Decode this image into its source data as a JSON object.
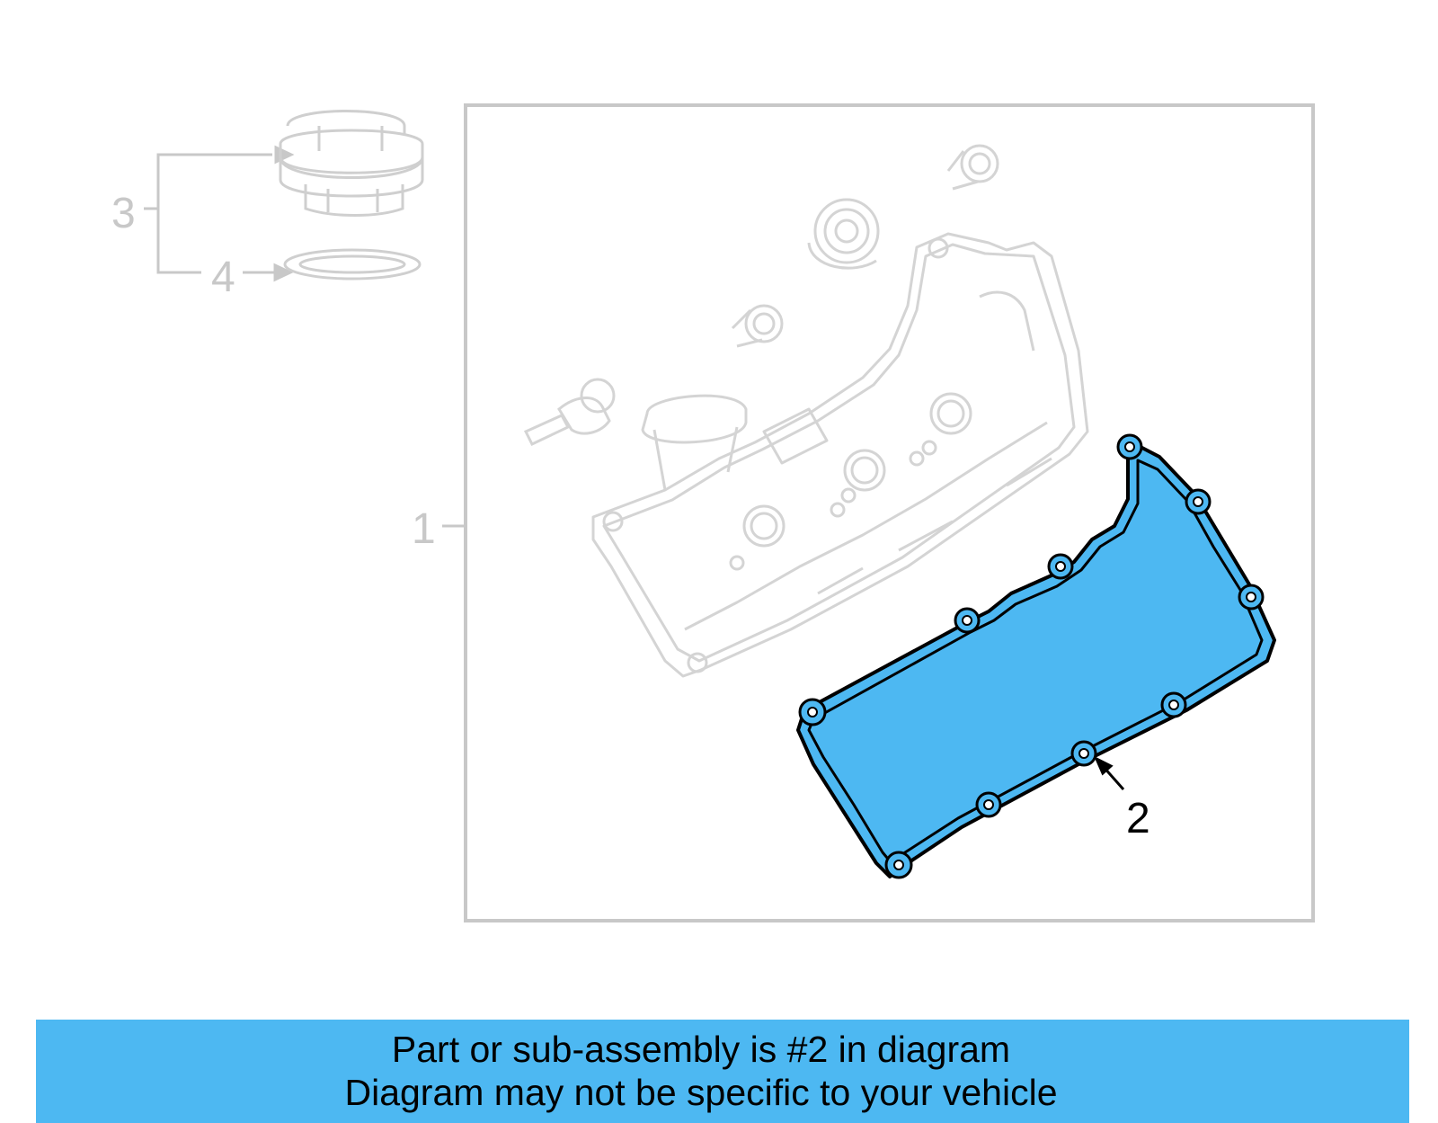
{
  "diagram": {
    "callouts": {
      "c1": "1",
      "c2": "2",
      "c3": "3",
      "c4": "4"
    },
    "colors": {
      "highlight_fill": "#4DB8F2",
      "highlight_stroke": "#000000",
      "ghost_stroke": "#CFCFCF",
      "frame_stroke": "#C8C8C8"
    },
    "highlighted_part": "2"
  },
  "banner": {
    "line1": "Part or sub-assembly is #2 in diagram",
    "line2": "Diagram may not be specific to your vehicle",
    "color": "#4DB8F2"
  }
}
